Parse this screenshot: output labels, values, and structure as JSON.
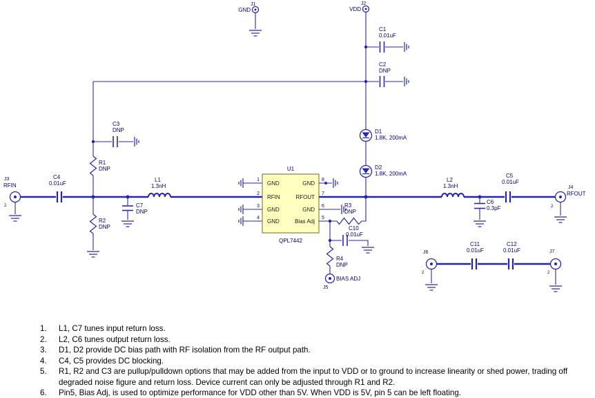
{
  "schematic": {
    "j1": {
      "ref": "J1",
      "net": "GND"
    },
    "j2": {
      "ref": "J2",
      "net": "VDD"
    },
    "j3": {
      "ref": "J3",
      "net": "RFIN",
      "pin": "2"
    },
    "j4": {
      "ref": "J4",
      "net": "RFOUT",
      "pin": "2"
    },
    "j5": {
      "ref": "J5",
      "net": "BIAS ADJ"
    },
    "j6": {
      "ref": "J6",
      "pin": "2"
    },
    "j7": {
      "ref": "J7",
      "pin": "2"
    },
    "c1": {
      "ref": "C1",
      "value": "0.01uF"
    },
    "c2": {
      "ref": "C2",
      "value": "DNP"
    },
    "c3": {
      "ref": "C3",
      "value": "DNP"
    },
    "c4": {
      "ref": "C4",
      "value": "0.01uF"
    },
    "c5": {
      "ref": "C5",
      "value": "0.01uF"
    },
    "c6": {
      "ref": "C6",
      "value": "0.3pF"
    },
    "c7": {
      "ref": "C7",
      "value": "DNP"
    },
    "c10": {
      "ref": "C10",
      "value": "0.01uF"
    },
    "c11": {
      "ref": "C11",
      "value": "0.01uF"
    },
    "c12": {
      "ref": "C12",
      "value": "0.01uF"
    },
    "r1": {
      "ref": "R1",
      "value": "DNP"
    },
    "r2": {
      "ref": "R2",
      "value": "DNP"
    },
    "r3": {
      "ref": "R3",
      "value": "DNP"
    },
    "r4": {
      "ref": "R4",
      "value": "DNP"
    },
    "l1": {
      "ref": "L1",
      "value": "1.3nH"
    },
    "l2": {
      "ref": "L2",
      "value": "1.3nH"
    },
    "d1": {
      "ref": "D1",
      "value": "1.8K, 200mA"
    },
    "d2": {
      "ref": "D2",
      "value": "1.8K, 200mA"
    },
    "u1": {
      "ref": "U1",
      "part": "QPL7442",
      "pins": {
        "p1": {
          "num": "1",
          "name": "GND"
        },
        "p2": {
          "num": "2",
          "name": "RFIN"
        },
        "p3": {
          "num": "3",
          "name": "GND"
        },
        "p4": {
          "num": "4",
          "name": "GND"
        },
        "p5": {
          "num": "5",
          "name": "Bias Adj"
        },
        "p6": {
          "num": "6",
          "name": "GND"
        },
        "p7": {
          "num": "7",
          "name": "RFOUT"
        },
        "p8": {
          "num": "8",
          "name": "GND"
        }
      }
    }
  },
  "colors": {
    "wire": "#2626b2",
    "label": "#00007d",
    "ic_fill": "#ffffc0",
    "notes_text": "#000000"
  },
  "notes": {
    "items": [
      {
        "num": "1.",
        "text": "L1, C7 tunes input return loss."
      },
      {
        "num": "2.",
        "text": "L2, C6 tunes output return loss."
      },
      {
        "num": "3.",
        "text": "D1, D2 provide DC bias path with RF isolation from the RF output path."
      },
      {
        "num": "4.",
        "text": "C4, C5 provides DC blocking."
      },
      {
        "num": "5.",
        "text": "R1, R2 and C3 are pullup/pulldown options that may be added from the input to VDD or to ground to increase linearity or shed power, trading off degraded noise figure and return loss. Device current can only be adjusted through R1 and R2."
      },
      {
        "num": "6.",
        "text": "Pin5, Bias Adj, is used to optimize performance for VDD other than 5V. When VDD is 5V, pin 5 can be left floating."
      }
    ]
  }
}
